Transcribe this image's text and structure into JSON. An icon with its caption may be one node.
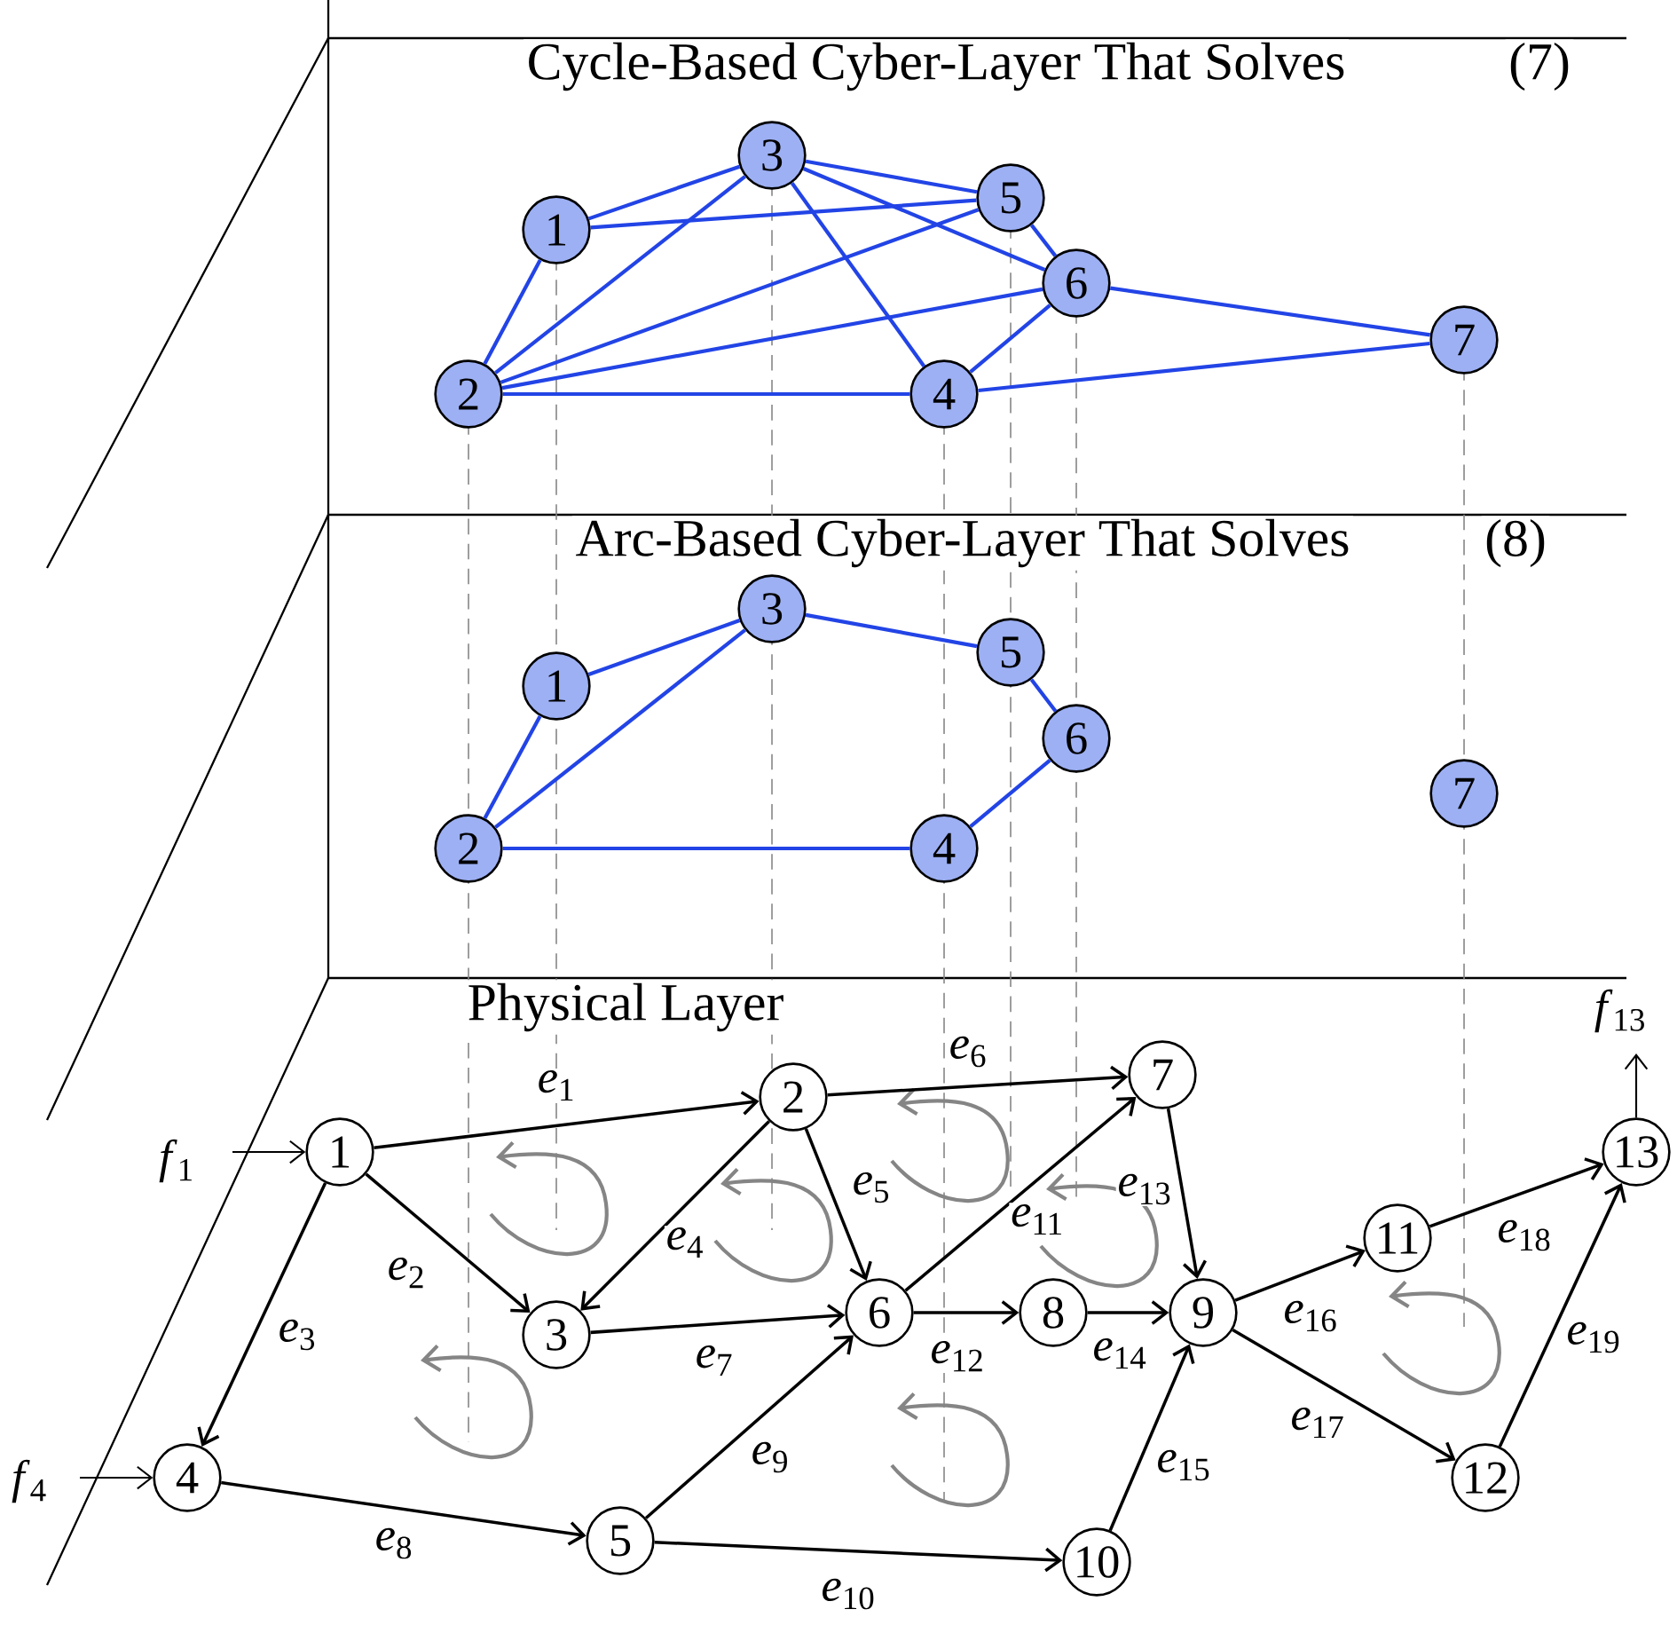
{
  "diagram": {
    "nodes": [
      {
        "text": [
          "1"
        ]
      },
      {
        "text": [
          "2"
        ]
      },
      {
        "text": [
          "3"
        ]
      },
      {
        "text": [
          "4"
        ]
      },
      {
        "text": [
          "5"
        ]
      },
      {
        "text": [
          "6"
        ]
      },
      {
        "text": [
          "7"
        ]
      },
      {
        "text": [
          "1"
        ]
      },
      {
        "text": [
          "2"
        ]
      },
      {
        "text": [
          "3"
        ]
      },
      {
        "text": [
          "4"
        ]
      },
      {
        "text": [
          "5"
        ]
      },
      {
        "text": [
          "6"
        ]
      },
      {
        "text": [
          "7"
        ]
      },
      {
        "text": [
          "1"
        ]
      },
      {
        "text": [
          "2"
        ]
      },
      {
        "text": [
          "3"
        ]
      },
      {
        "text": [
          "4"
        ]
      },
      {
        "text": [
          "5"
        ]
      },
      {
        "text": [
          "6"
        ]
      },
      {
        "text": [
          "7"
        ]
      },
      {
        "text": [
          "8"
        ]
      },
      {
        "text": [
          "9"
        ]
      },
      {
        "text": [
          "10"
        ]
      },
      {
        "text": [
          "11"
        ]
      },
      {
        "text": [
          "12"
        ]
      },
      {
        "text": [
          "13"
        ]
      }
    ],
    "edges": [
      {
        "from": 0,
        "to": 2,
        "arrow": "none",
        "color": "#2244e6"
      },
      {
        "from": 0,
        "to": 4,
        "arrow": "none",
        "color": "#2244e6"
      },
      {
        "from": 0,
        "to": 1,
        "arrow": "none",
        "color": "#2244e6"
      },
      {
        "from": 1,
        "to": 2,
        "arrow": "none",
        "color": "#2244e6"
      },
      {
        "from": 1,
        "to": 4,
        "arrow": "none",
        "color": "#2244e6"
      },
      {
        "from": 1,
        "to": 5,
        "arrow": "none",
        "color": "#2244e6"
      },
      {
        "from": 1,
        "to": 3,
        "arrow": "none",
        "color": "#2244e6"
      },
      {
        "from": 2,
        "to": 4,
        "arrow": "none",
        "color": "#2244e6"
      },
      {
        "from": 2,
        "to": 5,
        "arrow": "none",
        "color": "#2244e6"
      },
      {
        "from": 2,
        "to": 3,
        "arrow": "none",
        "color": "#2244e6"
      },
      {
        "from": 4,
        "to": 5,
        "arrow": "none",
        "color": "#2244e6"
      },
      {
        "from": 5,
        "to": 3,
        "arrow": "none",
        "color": "#2244e6"
      },
      {
        "from": 5,
        "to": 6,
        "arrow": "none",
        "color": "#2244e6"
      },
      {
        "from": 3,
        "to": 6,
        "arrow": "none",
        "color": "#2244e6"
      },
      {
        "from": 7,
        "to": 9,
        "arrow": "none",
        "color": "#2244e6"
      },
      {
        "from": 7,
        "to": 8,
        "arrow": "none",
        "color": "#2244e6"
      },
      {
        "from": 8,
        "to": 9,
        "arrow": "none",
        "color": "#2244e6"
      },
      {
        "from": 9,
        "to": 11,
        "arrow": "none",
        "color": "#2244e6"
      },
      {
        "from": 11,
        "to": 12,
        "arrow": "none",
        "color": "#2244e6"
      },
      {
        "from": 12,
        "to": 10,
        "arrow": "none",
        "color": "#2244e6"
      },
      {
        "from": 10,
        "to": 8,
        "arrow": "none",
        "color": "#2244e6"
      },
      {
        "from": 14,
        "to": 15,
        "arrow": "to",
        "label": "*e*$_{1}$"
      },
      {
        "from": 14,
        "to": 16,
        "arrow": "to",
        "label": "*e*$_{2}$"
      },
      {
        "from": 14,
        "to": 17,
        "arrow": "to",
        "label": "*e*$_{3}$"
      },
      {
        "from": 15,
        "to": 16,
        "arrow": "to",
        "label": "*e*$_{4}$"
      },
      {
        "from": 15,
        "to": 19,
        "arrow": "to",
        "label": "*e*$_{5}$"
      },
      {
        "from": 15,
        "to": 20,
        "arrow": "to",
        "label": "*e*$_{6}$"
      },
      {
        "from": 16,
        "to": 19,
        "arrow": "to",
        "label": "*e*$_{7}$"
      },
      {
        "from": 17,
        "to": 18,
        "arrow": "to",
        "label": "*e*$_{8}$"
      },
      {
        "from": 18,
        "to": 19,
        "arrow": "to",
        "label": "*e*$_{9}$"
      },
      {
        "from": 18,
        "to": 23,
        "arrow": "to",
        "label": "*e*$_{10}$"
      },
      {
        "from": 19,
        "to": 20,
        "arrow": "to",
        "label": "*e*$_{11}$"
      },
      {
        "from": 19,
        "to": 21,
        "arrow": "to",
        "label": "*e*$_{12}$"
      },
      {
        "from": 20,
        "to": 22,
        "arrow": "to",
        "label": "*e*$_{13}$"
      },
      {
        "from": 21,
        "to": 22,
        "arrow": "to",
        "label": "*e*$_{14}$"
      },
      {
        "from": 23,
        "to": 22,
        "arrow": "to",
        "label": "*e*$_{15}$"
      },
      {
        "from": 22,
        "to": 24,
        "arrow": "to",
        "label": "*e*$_{16}$"
      },
      {
        "from": 22,
        "to": 25,
        "arrow": "to",
        "label": "*e*$_{17}$"
      },
      {
        "from": 24,
        "to": 26,
        "arrow": "to",
        "label": "*e*$_{18}$"
      },
      {
        "from": 25,
        "to": 26,
        "arrow": "to",
        "label": "*e*$_{19}$"
      },
      {
        "from": null,
        "to": 14,
        "arrow": "to",
        "label": "*f*$_{1}$"
      },
      {
        "from": null,
        "to": 17,
        "arrow": "to",
        "label": "*f*$_{4}$"
      },
      {
        "from": 26,
        "to": null,
        "arrow": "to",
        "label": "*f*$_{13}$"
      }
    ],
    "labels": [
      "Cycle-Based Cyber-Layer That Solves",
      "(7)",
      "Arc-Based Cyber-Layer That Solves",
      "(8)",
      "Physical Layer"
    ]
  }
}
